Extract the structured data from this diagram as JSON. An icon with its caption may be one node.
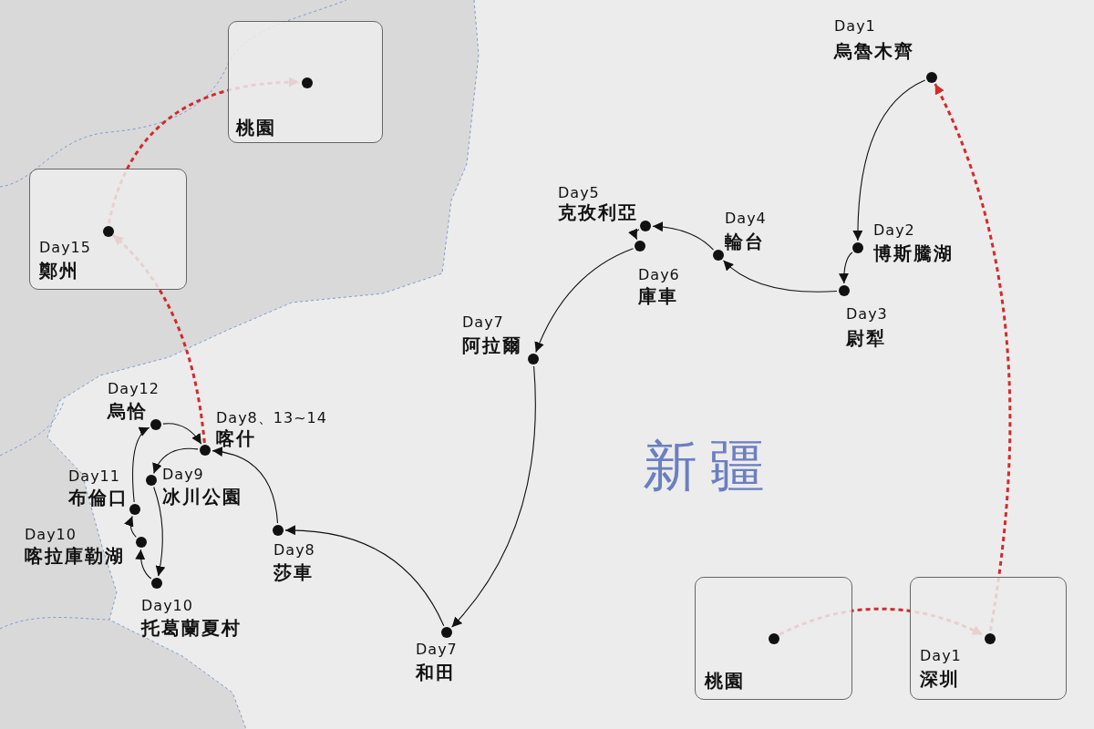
{
  "diagram": {
    "nodes": [
      {
        "text": [
          "桃園"
        ]
      },
      {
        "text": [],
        "shape": "circle",
        "in": 0
      },
      {
        "text": [
          "Day15",
          "鄭州"
        ]
      },
      {
        "text": [],
        "shape": "circle",
        "in": 2
      },
      {
        "text": [],
        "shape": "circle",
        "beside": [
          "Day1",
          "烏魯木齊"
        ]
      },
      {
        "text": [],
        "shape": "circle",
        "beside": [
          "Day5",
          "克孜利亞"
        ]
      },
      {
        "text": [],
        "shape": "circle",
        "beside": [
          "Day4",
          "輪台"
        ]
      },
      {
        "text": [],
        "shape": "circle",
        "beside": [
          "Day2",
          "博斯騰湖"
        ]
      },
      {
        "text": [],
        "shape": "circle",
        "beside": [
          "Day6",
          "庫車"
        ]
      },
      {
        "text": [],
        "shape": "circle",
        "beside": [
          "Day3",
          "尉犁"
        ]
      },
      {
        "text": [],
        "shape": "circle",
        "beside": [
          "Day7",
          "阿拉爾"
        ]
      },
      {
        "text": [],
        "shape": "circle",
        "beside": [
          "Day12",
          "烏恰"
        ]
      },
      {
        "text": [],
        "shape": "circle",
        "beside": [
          "Day8、13~14",
          "喀什"
        ]
      },
      {
        "text": [],
        "shape": "circle",
        "beside": [
          "Day9",
          "冰川公園"
        ]
      },
      {
        "text": [],
        "shape": "circle",
        "beside": [
          "Day11",
          "布倫口"
        ]
      },
      {
        "text": [],
        "shape": "circle",
        "beside": [
          "Day8",
          "莎車"
        ]
      },
      {
        "text": [],
        "shape": "circle",
        "beside": [
          "Day10",
          "喀拉庫勒湖"
        ]
      },
      {
        "text": [],
        "shape": "circle",
        "beside": [
          "Day10",
          "托葛蘭夏村"
        ]
      },
      {
        "text": [],
        "shape": "circle",
        "beside": [
          "Day7",
          "和田"
        ]
      },
      {
        "text": [
          "桃園"
        ]
      },
      {
        "text": [],
        "shape": "circle",
        "in": 19
      },
      {
        "text": [
          "Day1",
          "深圳"
        ]
      },
      {
        "text": [],
        "shape": "circle",
        "in": 21
      }
    ],
    "edges": [
      {
        "from": 20,
        "to": 22,
        "arrow": "to",
        "style": "dashed",
        "color": "#d42a2a"
      },
      {
        "from": 22,
        "to": 4,
        "arrow": "to",
        "style": "dashed",
        "color": "#d42a2a"
      },
      {
        "from": 4,
        "to": 7,
        "arrow": "to"
      },
      {
        "from": 7,
        "to": 9,
        "arrow": "to"
      },
      {
        "from": 9,
        "to": 6,
        "arrow": "to"
      },
      {
        "from": 6,
        "to": 5,
        "arrow": "to"
      },
      {
        "from": 5,
        "to": 8,
        "arrow": "to"
      },
      {
        "from": 8,
        "to": 10,
        "arrow": "to"
      },
      {
        "from": 10,
        "to": 18,
        "arrow": "to"
      },
      {
        "from": 18,
        "to": 15,
        "arrow": "to"
      },
      {
        "from": 15,
        "to": 12,
        "arrow": "to"
      },
      {
        "from": 12,
        "to": 13,
        "arrow": "to"
      },
      {
        "from": 13,
        "to": 17,
        "arrow": "to"
      },
      {
        "from": 17,
        "to": 16,
        "arrow": "to"
      },
      {
        "from": 16,
        "to": 14,
        "arrow": "to"
      },
      {
        "from": 14,
        "to": 11,
        "arrow": "to"
      },
      {
        "from": 11,
        "to": 12,
        "arrow": "to"
      },
      {
        "from": 12,
        "to": 3,
        "arrow": "to",
        "style": "dashed",
        "color": "#d42a2a"
      },
      {
        "from": 3,
        "to": 1,
        "arrow": "to",
        "style": "dashed",
        "color": "#d42a2a"
      }
    ],
    "labels": [
      "新疆"
    ]
  }
}
